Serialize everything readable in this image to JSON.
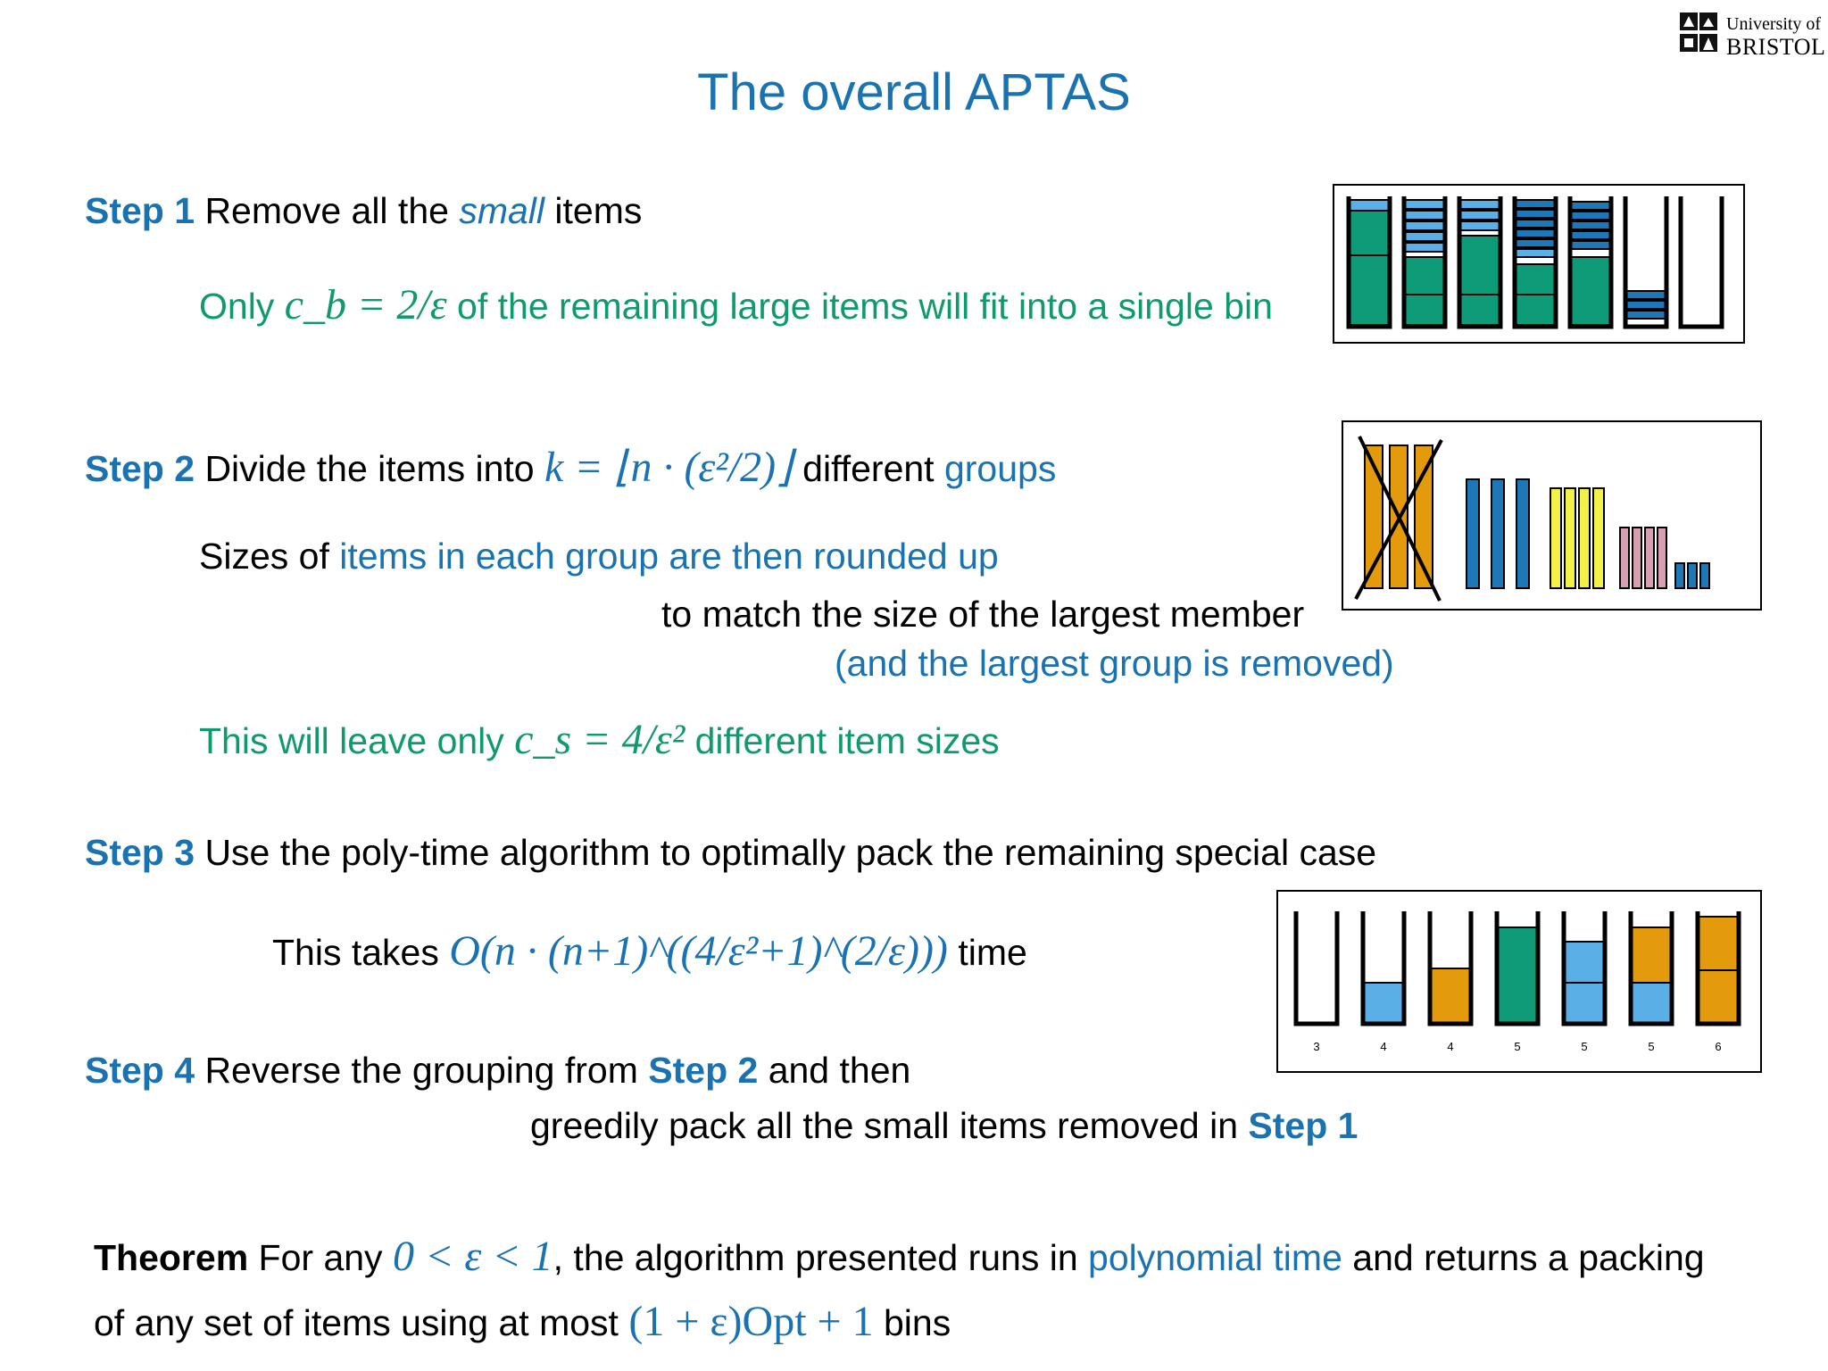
{
  "title": "The overall APTAS",
  "logo": {
    "line1": "University of",
    "line2": "BRISTOL"
  },
  "step1": {
    "label": "Step 1",
    "text_a": "Remove all the ",
    "small": "small",
    "text_b": " items",
    "note_a": "Only ",
    "note_math": "c_b = 2/ε",
    "note_b": " of the remaining large items will fit into a single bin"
  },
  "step2": {
    "label": "Step 2",
    "text_a": "Divide the items into ",
    "math": "k = ⌊n · (ε²/2)⌋",
    "text_b": " different ",
    "groups": "groups",
    "sizes_a": "Sizes of ",
    "sizes_b": "items in each group are then rounded up",
    "match": "to match the size of the largest member",
    "removed": "(and the largest group is removed)",
    "leave_a": "This will leave only ",
    "leave_math": "c_s = 4/ε²",
    "leave_b": " different item sizes"
  },
  "step3": {
    "label": "Step 3",
    "text": "Use the poly-time algorithm to optimally pack the remaining special case",
    "takes_a": "This takes ",
    "takes_math": "O(n · (n+1)^((4/ε²+1)^(2/ε)))",
    "takes_b": " time"
  },
  "step4": {
    "label": "Step 4",
    "text_a": "Reverse the grouping from ",
    "ref2": "Step 2",
    "text_b": " and then",
    "line2": "greedily pack all the small items removed in ",
    "ref1": "Step 1"
  },
  "theorem": {
    "label": "Theorem",
    "a": " For any ",
    "cond": "0 < ε < 1",
    "b": ", the algorithm presented runs in ",
    "poly": "polynomial time",
    "c": " and returns a packing",
    "d": "of any set of items using at most ",
    "bound": "(1 + ε)Opt + 1",
    "e": " bins"
  },
  "fig3_labels": [
    "3",
    "4",
    "4",
    "5",
    "5",
    "5",
    "6"
  ],
  "colors": {
    "blue": "#1a73b0",
    "green": "#0f9a6e",
    "teal": "#0d9b78",
    "orange": "#e39a0c",
    "lightblue": "#5ab0e6",
    "darkblue": "#1e78b8",
    "yellow": "#f4f04a",
    "pink": "#d6a0b0"
  }
}
